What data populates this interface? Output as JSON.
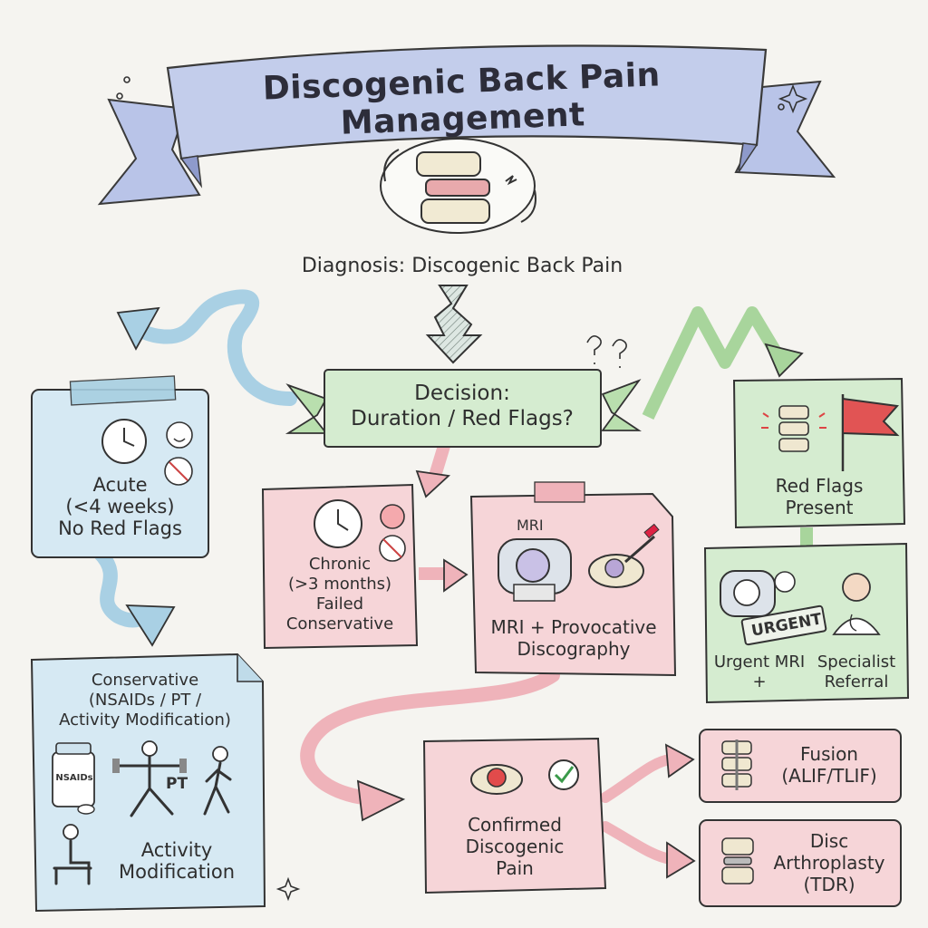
{
  "title": "Discogenic Back Pain Management",
  "diagnosis": "Diagnosis: Discogenic Back Pain",
  "decision": "Decision:\nDuration / Red Flags?",
  "acute": "Acute\n(<4 weeks)\nNo Red Flags",
  "conservative": {
    "heading": "Conservative\n(NSAIDs / PT /\nActivity Modification)",
    "nsaids_label": "NSAIDs",
    "pt_label": "PT",
    "activity": "Activity\nModification"
  },
  "chronic": "Chronic\n(>3 months)\nFailed\nConservative",
  "mri": {
    "tag": "MRI",
    "label": "MRI + Provocative\nDiscography"
  },
  "confirmed": "Confirmed\nDiscogenic\nPain",
  "red_flags": "Red Flags\nPresent",
  "urgent": {
    "stamp": "URGENT",
    "mri": "Urgent MRI\n+",
    "referral": "Specialist\nReferral"
  },
  "fusion": "Fusion\n(ALIF/TLIF)",
  "arthroplasty": "Disc\nArthroplasty\n(TDR)",
  "colors": {
    "blue_fill": "#d6e9f3",
    "pink_fill": "#f6d5d8",
    "green_fill": "#d5ecd0",
    "ribbon": "#c3cdeb",
    "outline": "#3a3a3a"
  }
}
